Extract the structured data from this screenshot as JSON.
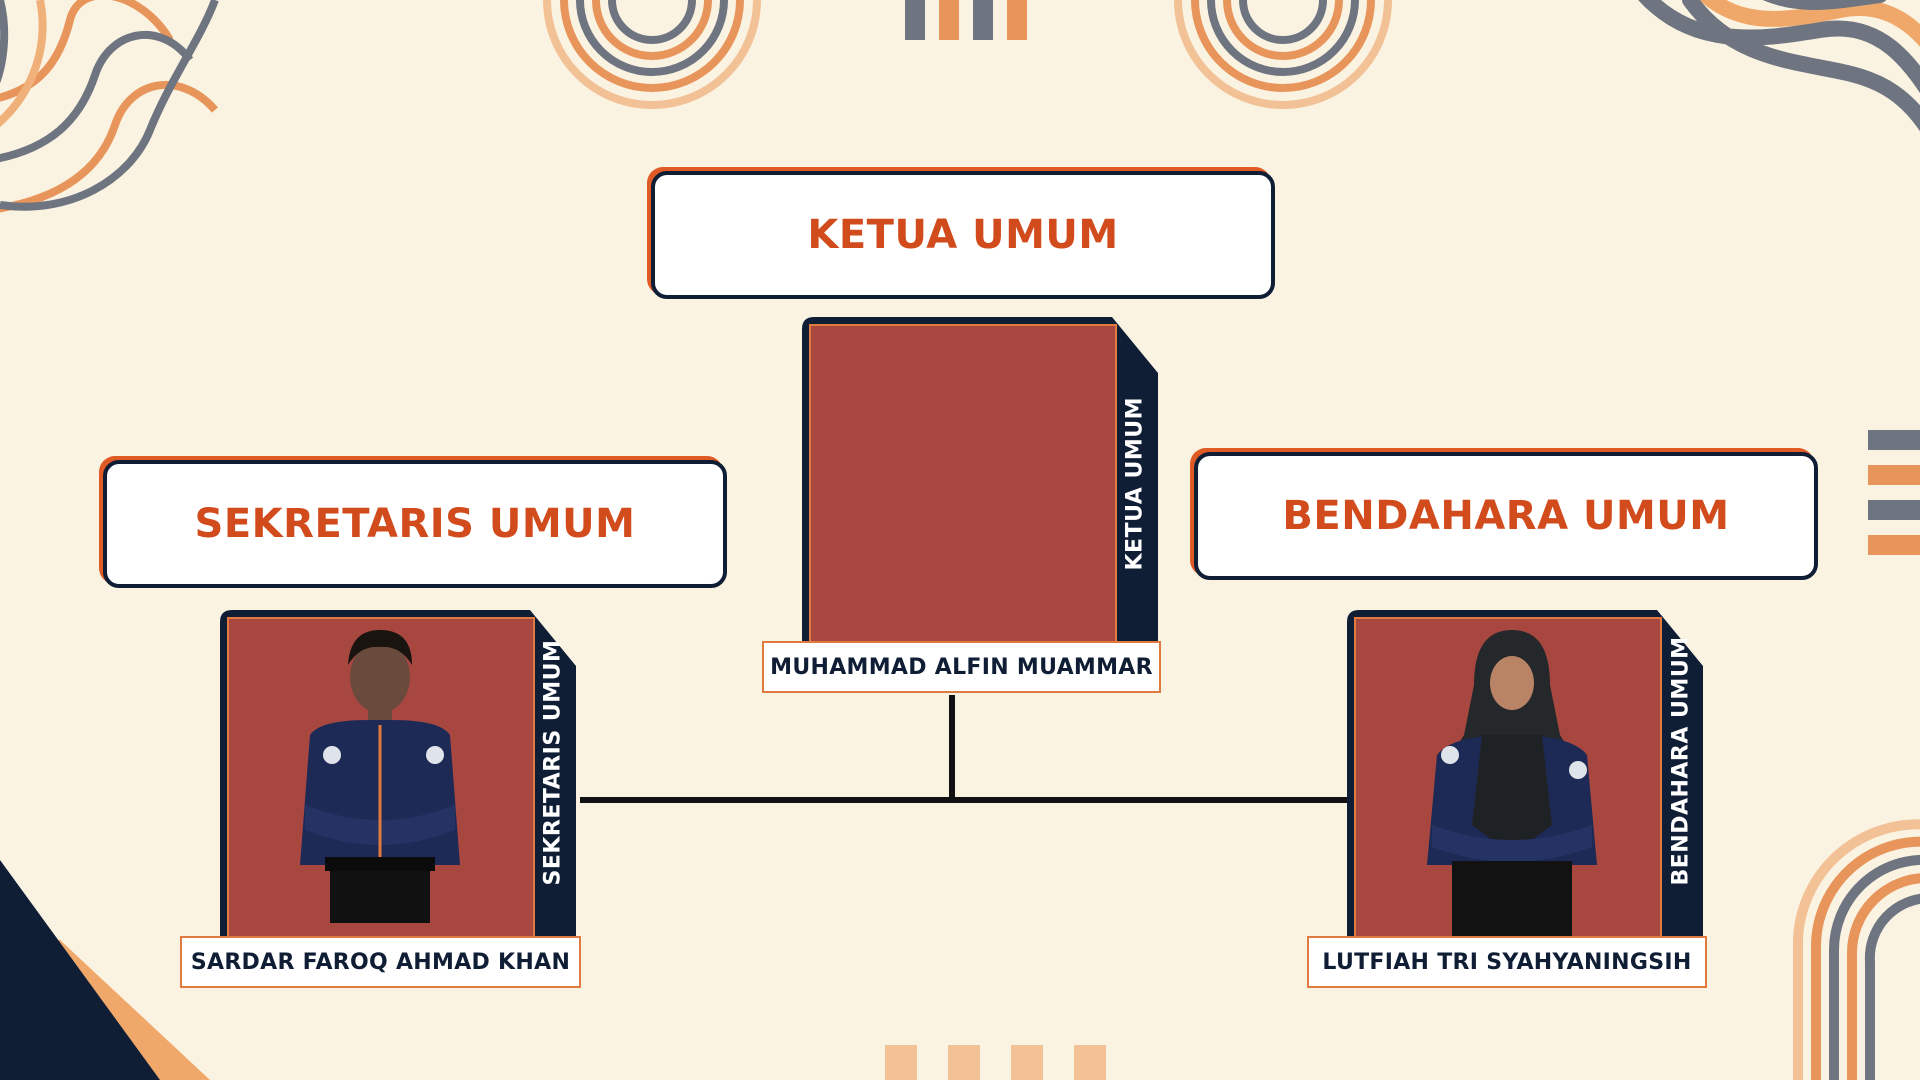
{
  "chart": {
    "top": {
      "title": "KETUA UMUM",
      "side_label": "KETUA UMUM",
      "name": "MUHAMMAD ALFIN MUAMMAR"
    },
    "left": {
      "title": "SEKRETARIS UMUM",
      "side_label": "SEKRETARIS UMUM",
      "name": "SARDAR FAROQ AHMAD KHAN"
    },
    "right": {
      "title": "BENDAHARA UMUM",
      "side_label": "BENDAHARA UMUM",
      "name": "LUTFIAH TRI SYAHYANINGSIH"
    }
  },
  "colors": {
    "background": "#fbf3e2",
    "navy": "#0f1d35",
    "orange": "#e05a25",
    "title_text": "#d24b1c",
    "photo_bg": "#a84640",
    "peach": "#f2a36b",
    "slate": "#6e7580"
  }
}
